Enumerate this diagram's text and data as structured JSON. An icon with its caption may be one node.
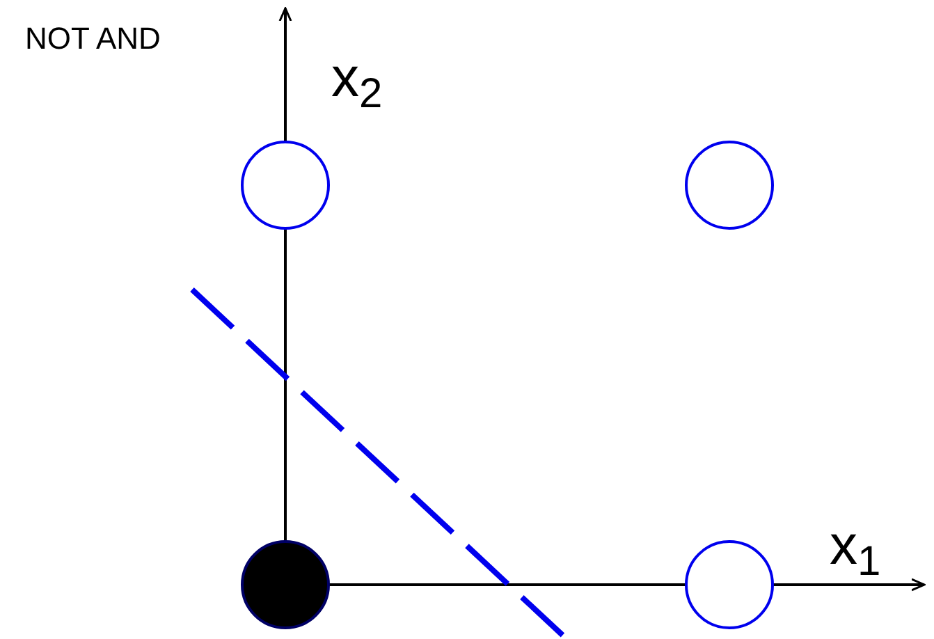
{
  "diagram": {
    "title": "NOT AND",
    "nodes": [
      {
        "text": [],
        "shape": "circle"
      },
      {
        "text": [],
        "shape": "circle"
      },
      {
        "text": [],
        "shape": "dot"
      },
      {
        "text": [],
        "shape": "circle"
      }
    ],
    "labels": [
      "x$_{2}$",
      "x$_{1}$"
    ]
  }
}
